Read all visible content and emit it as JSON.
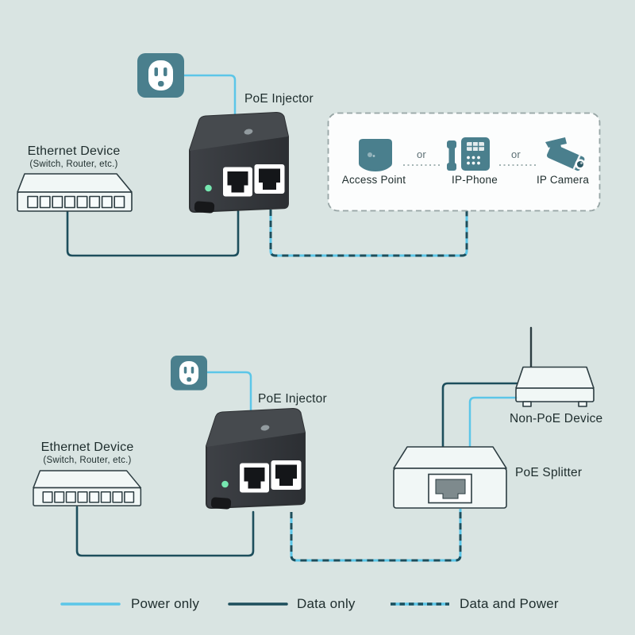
{
  "colors": {
    "background": "#d9e4e2",
    "power_line": "#5cc6e8",
    "data_line": "#1d4e5c",
    "device_teal": "#4a7f8d",
    "outline": "#2c3c41",
    "text": "#1e2d2d",
    "muted_text": "#5d7075",
    "led_green": "#76e7b0",
    "injector_body": "#323539",
    "injector_top": "#464a4e",
    "box_border": "#97a5a5"
  },
  "top_diagram": {
    "ethernet_device": "Ethernet Device",
    "ethernet_device_sub": "(Switch, Router, etc.)",
    "poe_injector": "PoE Injector",
    "or": "or",
    "access_point": "Access Point",
    "ip_phone": "IP-Phone",
    "ip_camera": "IP Camera"
  },
  "bottom_diagram": {
    "ethernet_device": "Ethernet Device",
    "ethernet_device_sub": "(Switch, Router, etc.)",
    "poe_injector": "PoE Injector",
    "non_poe_device": "Non-PoE Device",
    "poe_splitter": "PoE Splitter"
  },
  "legend": {
    "power_only": "Power only",
    "data_only": "Data only",
    "data_and_power": "Data and Power"
  }
}
